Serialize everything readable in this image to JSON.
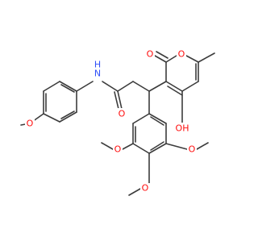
{
  "molecule": {
    "labels": {
      "nh": "N\nH",
      "n": "N",
      "h": "H",
      "amide_o": "O",
      "ring_o": "O",
      "lactone_o": "O",
      "hydroxyl": "OH",
      "methoxy_o1": "O",
      "methoxy_o2": "O",
      "methoxy_o3": "O",
      "methoxy_o4": "O"
    },
    "colors": {
      "bond": "#3c3c3c",
      "nitrogen": "#3050f8",
      "oxygen": "#ff0d0d"
    }
  }
}
